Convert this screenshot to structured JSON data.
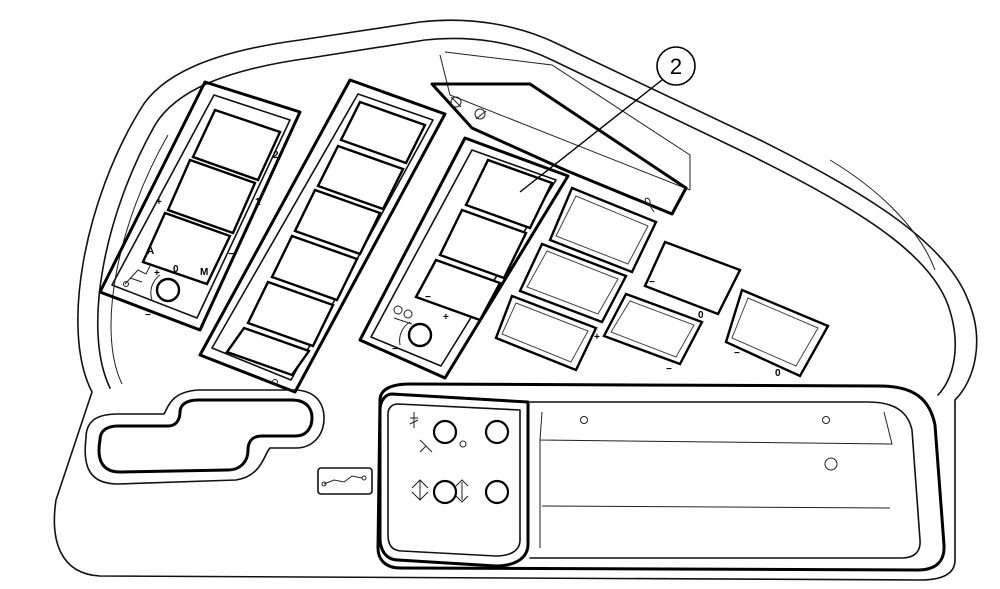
{
  "callout": {
    "number": "2"
  },
  "panel_a": {
    "labels": [
      "2",
      "1",
      "+",
      "−",
      "A",
      "M",
      "+",
      "0",
      "−"
    ]
  },
  "panel_c": {
    "labels": [
      "−",
      "+",
      "−"
    ]
  },
  "keypad": {
    "labels": [
      "+",
      "−",
      "−",
      "0",
      "−",
      "0"
    ]
  },
  "colors": {
    "line": "#111111",
    "background": "#ffffff"
  },
  "icons": [
    "hitch-icon",
    "rotary-knob-icon",
    "hydraulic-valve-icon",
    "lift-arrows-icon",
    "rear-linkage-icon",
    "ac-fan-icon",
    "pto-icon"
  ]
}
